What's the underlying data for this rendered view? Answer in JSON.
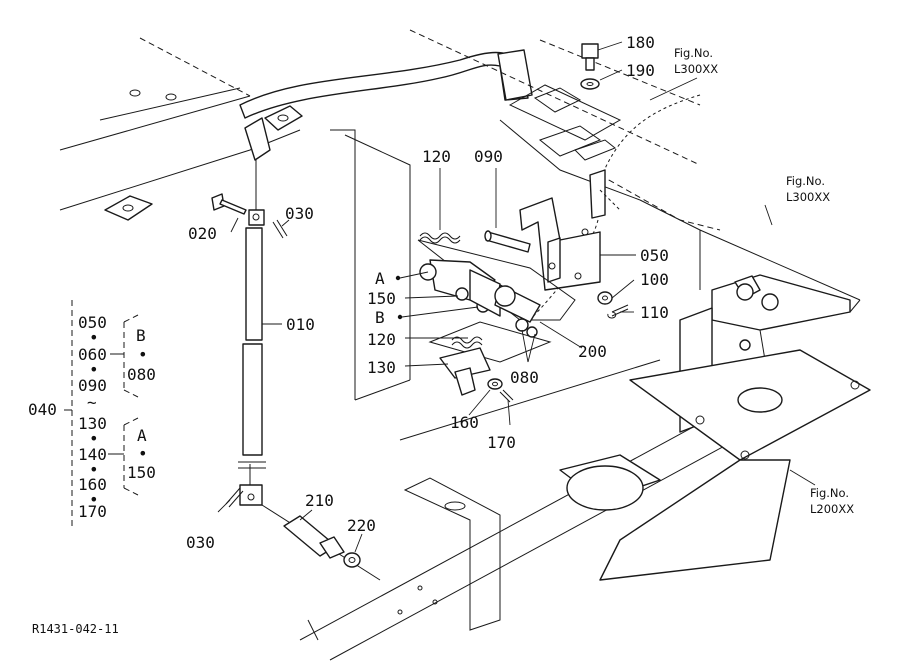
{
  "drawing_code": "R1431-042-11",
  "labels": {
    "p010": "010",
    "p020": "020",
    "p030a": "030",
    "p030b": "030",
    "p050": "050",
    "p080": "080",
    "p090": "090",
    "p100": "100",
    "p110": "110",
    "p120a": "120",
    "p120b": "120",
    "p130": "130",
    "p150": "150",
    "p160": "160",
    "p170": "170",
    "p180": "180",
    "p190": "190",
    "p200": "200",
    "p210": "210",
    "p220": "220",
    "markA": "A",
    "markB": "B"
  },
  "fig_refs": [
    {
      "line1": "Fig.No.",
      "line2": "L300XX"
    },
    {
      "line1": "Fig.No.",
      "line2": "L300XX"
    },
    {
      "line1": "Fig.No.",
      "line2": "L200XX"
    }
  ],
  "assembly": {
    "number": "040",
    "items": [
      "050",
      "060",
      "090",
      "~",
      "130",
      "140",
      "160",
      "170"
    ],
    "group_b": {
      "letter": "B",
      "item": "080"
    },
    "group_a": {
      "letter": "A",
      "item": "150"
    },
    "bullet": "•"
  }
}
